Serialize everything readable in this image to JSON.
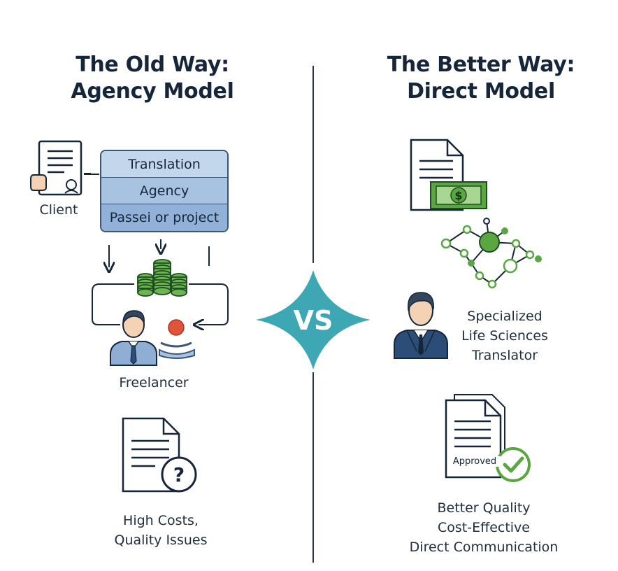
{
  "left": {
    "title_line1": "The Old Way:",
    "title_line2": "Agency Model",
    "client_label": "Client",
    "agency_rows": [
      "Translation",
      "Agency",
      "Passei or project"
    ],
    "freelancer_label": "Freelancer",
    "outcome_line1": "High Costs,",
    "outcome_line2": "Quality Issues"
  },
  "center": {
    "vs_label": "VS"
  },
  "right": {
    "title_line1": "The Better Way:",
    "title_line2": "Direct Model",
    "money_symbol": "$",
    "translator_line1": "Specialized",
    "translator_line2": "Life Sciences",
    "translator_line3": "Translator",
    "approved_label": "Approved",
    "benefit_line1": "Better Quality",
    "benefit_line2": "Cost-Effective",
    "benefit_line3": "Direct Communication"
  },
  "colors": {
    "navy": "#16263a",
    "teal": "#3ea7b4",
    "green": "#5aa642",
    "blue": "#a8c3e2",
    "red": "#e0553a"
  },
  "icons": [
    "client-document-icon",
    "coin-stack-icon",
    "freelancer-person-icon",
    "document-question-icon",
    "money-document-icon",
    "network-icon",
    "translator-person-icon",
    "approved-document-icon",
    "checkmark-icon"
  ]
}
